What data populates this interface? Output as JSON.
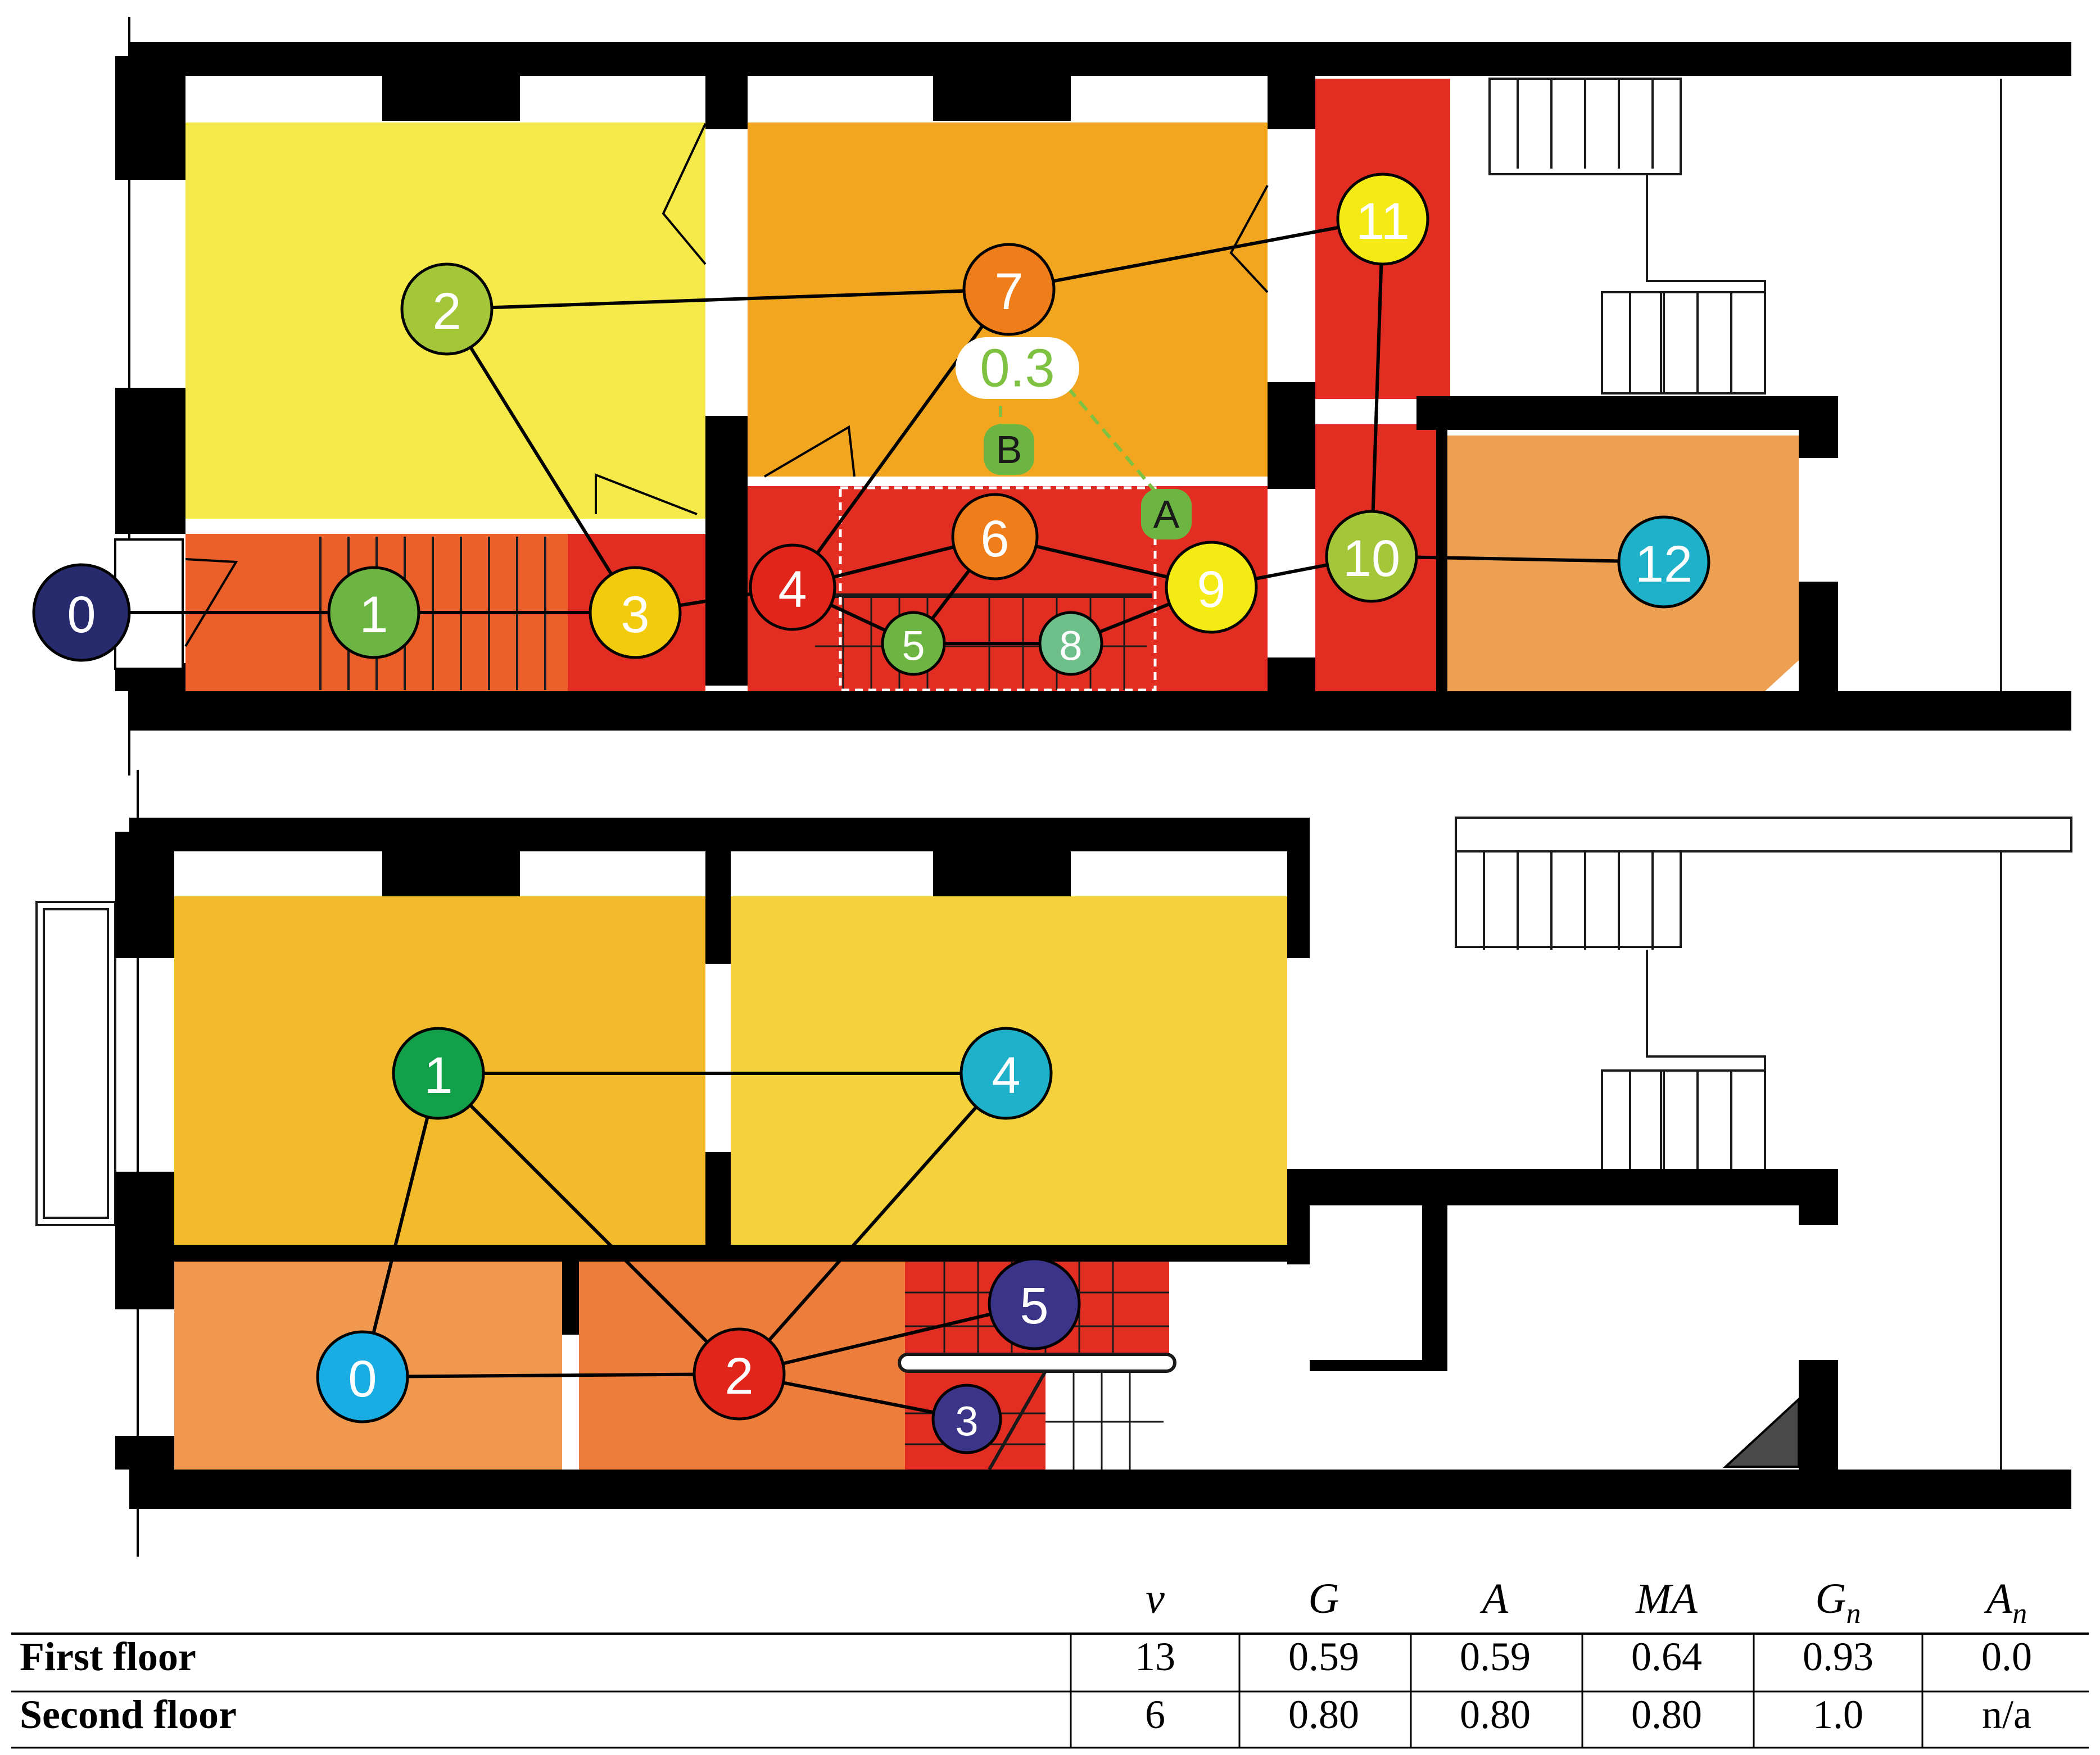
{
  "first_floor_graph": {
    "nodes": [
      {
        "id": "0",
        "fill": "#272a6c",
        "text": "#ffffff"
      },
      {
        "id": "1",
        "fill": "#6db543",
        "text": "#ffffff"
      },
      {
        "id": "2",
        "fill": "#a4c73a",
        "text": "#ffffff"
      },
      {
        "id": "3",
        "fill": "#f2cc0c",
        "text": "#ffffff"
      },
      {
        "id": "4",
        "fill": "#e1251b",
        "text": "#ffffff"
      },
      {
        "id": "5",
        "fill": "#6db543",
        "text": "#ffffff"
      },
      {
        "id": "6",
        "fill": "#ef7d1a",
        "text": "#ffffff"
      },
      {
        "id": "7",
        "fill": "#ef7d1a",
        "text": "#ffffff"
      },
      {
        "id": "8",
        "fill": "#6fbf8a",
        "text": "#ffffff"
      },
      {
        "id": "9",
        "fill": "#f4ea14",
        "text": "#ffffff"
      },
      {
        "id": "10",
        "fill": "#a4c73a",
        "text": "#ffffff"
      },
      {
        "id": "11",
        "fill": "#f4ea14",
        "text": "#ffffff"
      },
      {
        "id": "12",
        "fill": "#1fb1c9",
        "text": "#ffffff"
      }
    ],
    "edges": [
      [
        "0",
        "1"
      ],
      [
        "1",
        "3"
      ],
      [
        "2",
        "3"
      ],
      [
        "2",
        "7"
      ],
      [
        "3",
        "4"
      ],
      [
        "4",
        "6"
      ],
      [
        "4",
        "7"
      ],
      [
        "4",
        "5"
      ],
      [
        "5",
        "6"
      ],
      [
        "5",
        "8"
      ],
      [
        "6",
        "9"
      ],
      [
        "8",
        "9"
      ],
      [
        "7",
        "11"
      ],
      [
        "9",
        "10"
      ],
      [
        "10",
        "11"
      ],
      [
        "10",
        "12"
      ]
    ],
    "annotations": {
      "label_a": "A",
      "label_b": "B",
      "weight": "0.3",
      "color": "#6db543"
    }
  },
  "second_floor_graph": {
    "nodes": [
      {
        "id": "0",
        "fill": "#1aade4",
        "text": "#ffffff"
      },
      {
        "id": "1",
        "fill": "#12a04a",
        "text": "#ffffff"
      },
      {
        "id": "2",
        "fill": "#e1251b",
        "text": "#ffffff"
      },
      {
        "id": "3",
        "fill": "#3b3589",
        "text": "#ffffff"
      },
      {
        "id": "4",
        "fill": "#1fb1c9",
        "text": "#ffffff"
      },
      {
        "id": "5",
        "fill": "#3b3589",
        "text": "#ffffff"
      }
    ],
    "edges": [
      [
        "0",
        "1"
      ],
      [
        "0",
        "2"
      ],
      [
        "1",
        "2"
      ],
      [
        "1",
        "4"
      ],
      [
        "2",
        "4"
      ],
      [
        "2",
        "5"
      ],
      [
        "2",
        "3"
      ]
    ]
  },
  "table": {
    "headers": [
      "v",
      "G",
      "A",
      "MA",
      "G",
      "A"
    ],
    "header_subscripts": [
      "",
      "",
      "",
      "",
      "n",
      "n"
    ],
    "rows": [
      {
        "label": "First floor",
        "values": [
          "13",
          "0.59",
          "0.59",
          "0.64",
          "0.93",
          "0.0"
        ]
      },
      {
        "label": "Second floor",
        "values": [
          "6",
          "0.80",
          "0.80",
          "0.80",
          "1.0",
          "n/a"
        ]
      }
    ]
  },
  "room_colors": {
    "yellow": "#f6e94a",
    "amber": "#f2a620",
    "red": "#e22d22",
    "orange_red": "#eb5f2a",
    "light_orange": "#eea052",
    "gold": "#f3bb2b",
    "light_gold": "#f5d23c",
    "peach": "#f0994e",
    "mid_orange": "#ed7d3a",
    "dark_gray": "#4a4a4a"
  }
}
